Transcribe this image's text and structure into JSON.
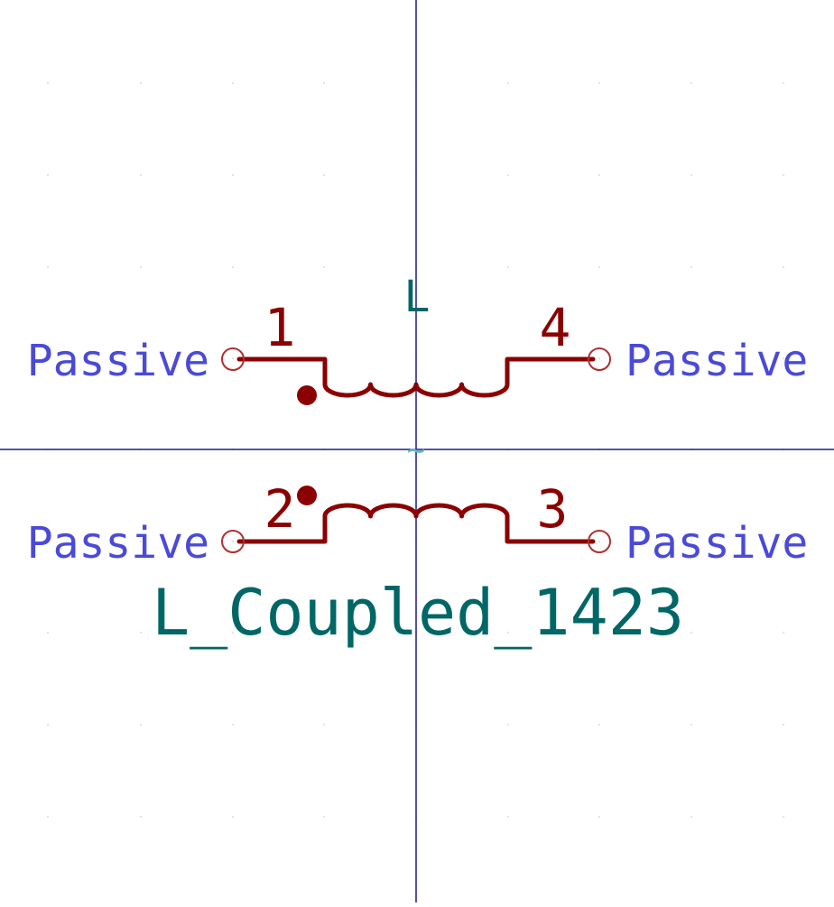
{
  "colors": {
    "background": "#ffffff",
    "axis": "#1a1a8a",
    "body": "#8b0000",
    "pin_type": "#4a4ad8",
    "field": "#006666",
    "pin_end": "#b03030",
    "marker": "#66b8b8",
    "grid_dot": "#e4e4e4"
  },
  "symbol": {
    "reference": "L",
    "value": "L_Coupled_1423",
    "marker_glyph": "~",
    "pins": [
      {
        "id": "pin1",
        "number": "1",
        "type": "Passive"
      },
      {
        "id": "pin4",
        "number": "4",
        "type": "Passive"
      },
      {
        "id": "pin2",
        "number": "2",
        "type": "Passive"
      },
      {
        "id": "pin3",
        "number": "3",
        "type": "Passive"
      }
    ]
  }
}
